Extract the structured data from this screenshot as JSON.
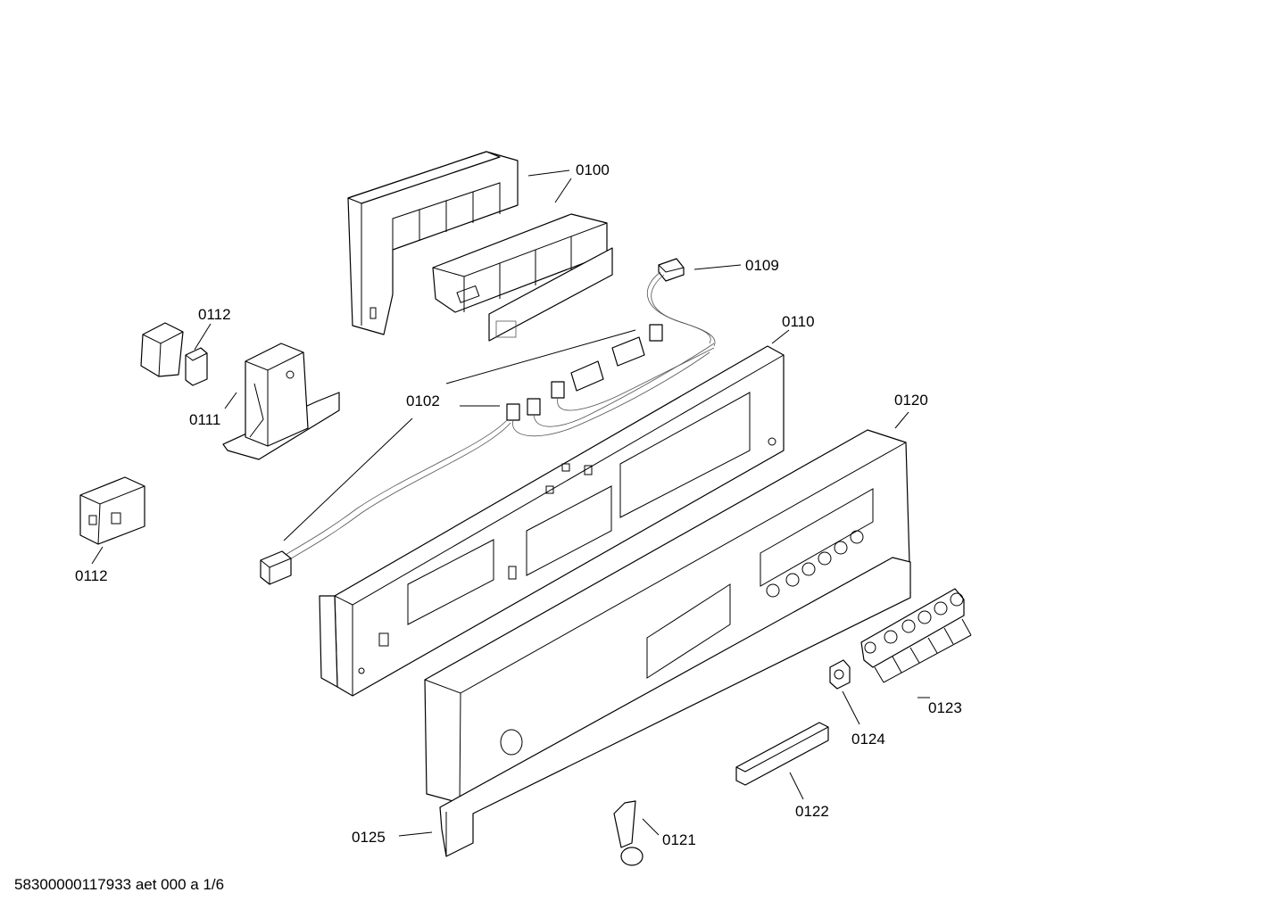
{
  "callouts": {
    "p0100": "0100",
    "p0109": "0109",
    "p0110": "0110",
    "p0112a": "0112",
    "p0111": "0111",
    "p0102": "0102",
    "p0120": "0120",
    "p0112b": "0112",
    "p0123": "0123",
    "p0124": "0124",
    "p0122": "0122",
    "p0125": "0125",
    "p0121": "0121"
  },
  "footer": {
    "drawing_id": "58300000117933 aet 000 a 1/6"
  }
}
